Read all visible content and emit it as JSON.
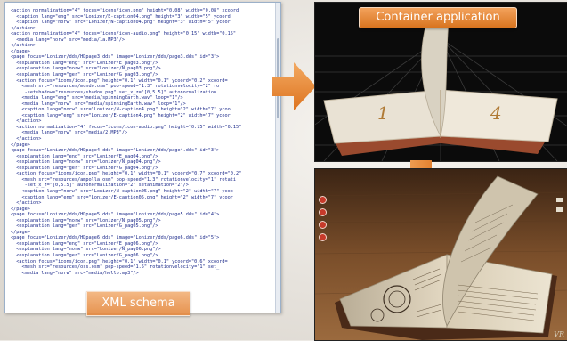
{
  "xml_panel": {
    "label": "XML schema",
    "lines": [
      "<action normalization=\"4\" focus=\"icons/icon.png\" height=\"0.08\" width=\"0.08\" xcoord",
      "  <caption lang=\"eng\" src=\"Lonizer/E-caption04.png\" height=\"3\" width=\"5\" ycoord",
      "  <caption lang=\"norw\" src=\"Lonizer/N-caption04.png\" height=\"3\" width=\"5\" ycoor",
      "</action>",
      "<action normalization=\"4\" focus=\"icons/icon-audio.png\" height=\"0.15\" width=\"0.15\"",
      "  <media lang=\"norw\" src=\"media/1a.MP3\"/>",
      "</action>",
      "</page>",
      "<page focus=\"Lonizer/dds/HDpage3.dds\" image=\"Lonizer/dds/page3.dds\" id=\"3\">",
      "  <explanation lang=\"eng\" src=\"Lonizer/E_pag03.png\"/>",
      "  <explanation lang=\"norw\" src=\"Lonizer/N_pag03.png\"/>",
      "  <explanation lang=\"ger\" src=\"Lonizer/G_pag03.png\"/>",
      "  <action focus=\"icons/icon.png\" height=\"0.1\" width=\"0.1\" ycoord=\"0.2\" xcoord=",
      "    <mesh src=\"resources/mondo.osm\" pop-speed=\"1.3\" rotationvelocity=\"2\" ro",
      "     -setshadow=\"resources/shadow.png\" set_x_z=\"[0,5.5]\" autonormalization",
      "    <media lang=\"eng\" src=\"media/spinningEarth.wav\" loop=\"1\"/>",
      "    <media lang=\"norw\" src=\"media/spinningEarth.wav\" loop=\"1\"/>",
      "    <caption lang=\"norw\" src=\"Lonizer/N-caption4.png\" height=\"2\" width=\"7\" ycoo",
      "    <caption lang=\"eng\" src=\"Lonizer/E-caption4.png\" height=\"2\" width=\"7\" ycoor",
      "  </action>",
      "  <action normalization=\"4\" focus=\"icons/icon-audio.png\" height=\"0.15\" width=\"0.15\"",
      "    <media lang=\"norw\" src=\"media/2.MP3\"/>",
      "  </action>",
      "</page>",
      "<page focus=\"Lonizer/dds/HDpage4.dds\" image=\"Lonizer/dds/page4.dds\" id=\"3\">",
      "  <explanation lang=\"eng\" src=\"Lonizer/E_pag04.png\"/>",
      "  <explanation lang=\"norw\" src=\"Lonizer/N_pag04.png\"/>",
      "  <explanation lang=\"ger\" src=\"Lonizer/G_pag04.png\"/>",
      "  <action focus=\"icons/icon.png\" height=\"0.1\" width=\"0.1\" ycoord=\"0.7\" xcoord=\"0.2\"",
      "    <mesh src=\"resources/ampolla.osm\" pop-speed=\"1.3\" rotationvelocity=\"1\" rotati",
      "     -set_x_z=\"[0,5.5]\" autonormalization=\"2\" setanimation=\"2\"/>",
      "    <caption lang=\"norw\" src=\"Lonizer/N-caption05.png\" height=\"2\" width=\"7\" ycoo",
      "    <caption lang=\"eng\" src=\"Lonizer/E-caption05.png\" height=\"2\" width=\"7\" ycoor",
      "  </action>",
      "</page>",
      "<page focus=\"Lonizer/dds/HDpage5.dds\" image=\"Lonizer/dds/page5.dds\" id=\"4\">",
      "  <explanation lang=\"norw\" src=\"Lonizer/N_pag05.png\"/>",
      "  <explanation lang=\"ger\" src=\"Lonizer/G_pag05.png\"/>",
      "</page>",
      "<page focus=\"Lonizer/dds/HDpage6.dds\" image=\"Lonizer/dds/page6.dds\" id=\"5\">",
      "  <explanation lang=\"eng\" src=\"Lonizer/E_pag06.png\"/>",
      "  <explanation lang=\"norw\" src=\"Lonizer/N_pag06.png\"/>",
      "  <explanation lang=\"ger\" src=\"Lonizer/G_pag06.png\"/>",
      "  <action focus=\"icons/icon.png\" height=\"0.1\" width=\"0.1\" ycoord=\"0.6\" xcoord=",
      "    <mesh src=\"resources/oss.osm\" pop-speed=\"1.5\" rotationvelocity=\"1\" set_",
      "    <media lang=\"norw\" src=\"media/hello.mp3\"/>"
    ]
  },
  "top_viewer": {
    "label": "Container application",
    "left_page_number": "1",
    "right_page_number": "4"
  },
  "bottom_viewer": {
    "badge": "VR"
  },
  "colors": {
    "accent_orange": "#e8892f",
    "label_orange": "#e58a41",
    "xml_text": "#1c2a8a",
    "grid_line": "#3a3a3a"
  },
  "icons": {
    "arrow_right": "arrow-right-icon",
    "arrow_down": "arrow-down-icon"
  }
}
